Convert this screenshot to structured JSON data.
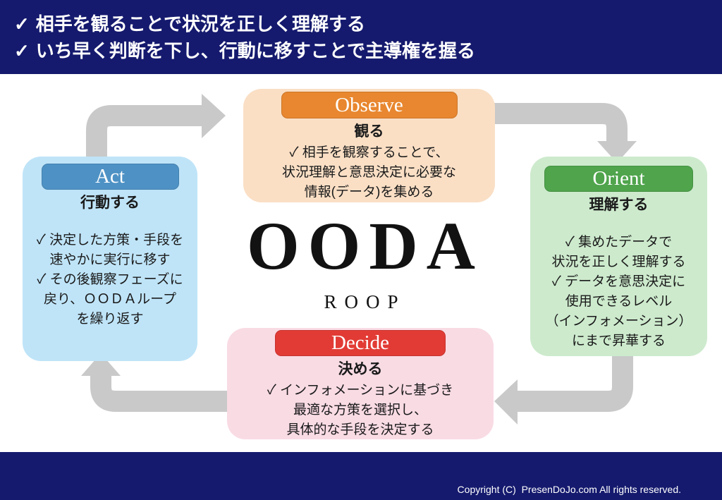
{
  "colors": {
    "navy": "#151A6E",
    "arrow": "#C9C9C9",
    "canvas": "#FFFFFF"
  },
  "header": {
    "check_icon": "✓",
    "bullets": [
      "相手を観ることで状況を正しく理解する",
      "いち早く判断を下し、行動に移すことで主導権を握る"
    ]
  },
  "center": {
    "title": "OODA",
    "subtitle": "ROOP"
  },
  "boxes": {
    "observe": {
      "label": "Observe",
      "subtitle": "観る",
      "lines": [
        "✓ 相手を観察することで、",
        "状況理解と意思決定に必要な",
        "情報(データ)を集める"
      ],
      "pill_color": "#E8872F",
      "bg_color": "#FADFC5"
    },
    "orient": {
      "label": "Orient",
      "subtitle": "理解する",
      "lines": [
        "✓ 集めたデータで",
        "状況を正しく理解する",
        "✓ データを意思決定に",
        "使用できるレベル",
        "（インフォメーション）",
        "にまで昇華する"
      ],
      "pill_color": "#4FA44C",
      "bg_color": "#CDEACD"
    },
    "decide": {
      "label": "Decide",
      "subtitle": "決める",
      "lines": [
        "✓ インフォメーションに基づき",
        "最適な方策を選択し、",
        "具体的な手段を決定する"
      ],
      "pill_color": "#E23B35",
      "bg_color": "#F9DBE4"
    },
    "act": {
      "label": "Act",
      "subtitle": "行動する",
      "lines": [
        "✓ 決定した方策・手段を",
        "速やかに実行に移す",
        "✓ その後観察フェーズに",
        "戻り、ＯＯＤＡループ",
        "を繰り返す"
      ],
      "pill_color": "#4E92C5",
      "bg_color": "#BFE4F8"
    }
  },
  "footer": {
    "copyright": "Copyright (C)  PresenDoJo.com All rights reserved."
  }
}
